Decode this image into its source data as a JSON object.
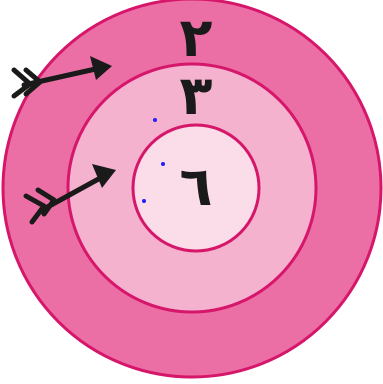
{
  "target": {
    "rings": [
      {
        "label": "٢",
        "color": "#eb6fa4"
      },
      {
        "label": "٣",
        "color": "#f4b2cf"
      },
      {
        "label": "٦",
        "color": "#fbdde9"
      }
    ],
    "stroke_color": "#d6166a",
    "arrow_color": "#1a1a1a",
    "arrow_count": 2,
    "marker_dot_color": "#2020ff"
  }
}
